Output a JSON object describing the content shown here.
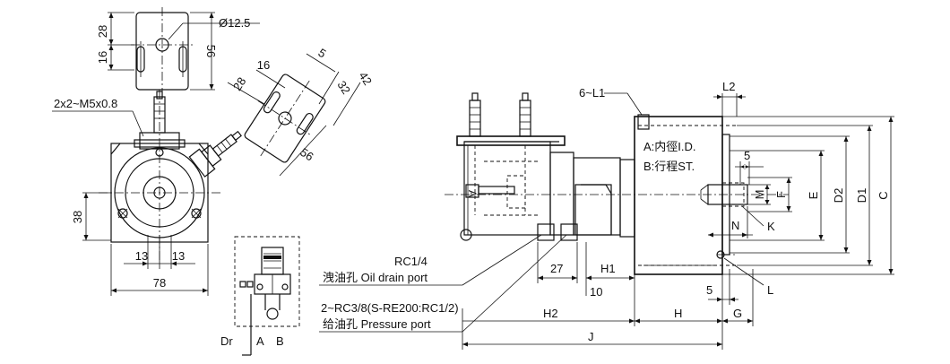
{
  "labels": {
    "d28": "28",
    "d16_left": "16",
    "d56_top": "56",
    "dia12_5": "Ø12.5",
    "thread_m5": "2x2~M5x0.8",
    "d38": "38",
    "d13a": "13",
    "d13b": "13",
    "d78": "78",
    "rot_28": "28",
    "rot_16": "16",
    "rot_5": "5",
    "rot_32": "32",
    "rot_42": "42",
    "rot_56": "56",
    "port_dr": "Dr",
    "port_a": "A",
    "port_b": "B",
    "bolt_6_l1": "6~L1",
    "dim_l2": "L2",
    "note_id": "A:内徑I.D.",
    "note_stroke": "B:行程ST.",
    "dim_5_top": "5",
    "dim_m": "M",
    "dim_f": "F",
    "dim_e": "E",
    "dim_d2": "D2",
    "dim_d1": "D1",
    "dim_c": "C",
    "dim_n": "N",
    "dim_k": "K",
    "dim_l": "L",
    "dim_h1": "H1",
    "dim_27": "27",
    "dim_10": "10",
    "dim_5_bottom": "5",
    "dim_h": "H",
    "dim_g": "G",
    "dim_h2": "H2",
    "dim_j": "J",
    "rc14": "RC1/4",
    "oil_drain": "洩油孔 Oil drain port",
    "rc38": "2~RC3/8(S-RE200:RC1/2)",
    "pressure_port": "给油孔 Pressure port",
    "label_a_inner": "A"
  }
}
